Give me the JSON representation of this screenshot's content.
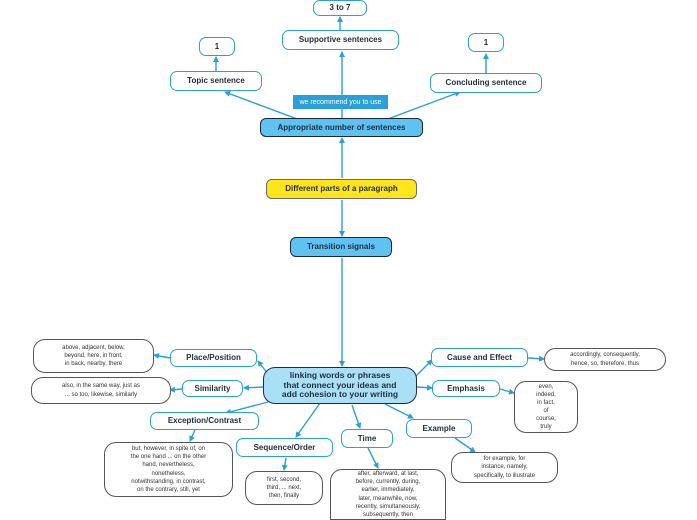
{
  "colors": {
    "connector": "#2a9fd8",
    "main_fill": "#5ec2f2",
    "title_fill": "#ffe51a",
    "center_fill": "#a9dff7"
  },
  "diagram": {
    "title": "Different parts of a paragraph",
    "sentences": {
      "label": "Appropriate number of sentences",
      "callout": "we recommend you to use",
      "topic": {
        "label": "Topic sentence",
        "count": "1"
      },
      "supportive": {
        "label": "Supportive sentences",
        "count": "3 to 7"
      },
      "concluding": {
        "label": "Concluding sentence",
        "count": "1"
      }
    },
    "transitions": {
      "label": "Transition signals",
      "definition": "linking words or phrases\nthat connect your ideas and\nadd cohesion to your writing",
      "categories": {
        "place": {
          "label": "Place/Position",
          "examples": "above, adjacent, below,\nbeyond, here, in front,\nin back, nearby, there"
        },
        "similarity": {
          "label": "Similarity",
          "examples": "also, in the same way, just as\n... so too, likewise, similarly"
        },
        "exception": {
          "label": "Exception/Contrast",
          "examples": "but, however, in spite of, on\nthe one hand ... on the other\nhand, nevertheless,\nnonetheless,\nnotwithstanding, in contrast,\non the contrary, still, yet"
        },
        "sequence": {
          "label": "Sequence/Order",
          "examples": "first, second,\nthird, ... next,\nthen, finally"
        },
        "time": {
          "label": "Time",
          "examples": "after, afterward, at last,\nbefore, currently, during,\nearlier, immediately,\nlater, meanwhile, now,\nrecently, simultaneously,\nsubsequently, then"
        },
        "example": {
          "label": "Example",
          "examples": "for example, for\ninstance, namely,\nspecifically, to illustrate"
        },
        "cause": {
          "label": "Cause and Effect",
          "examples": "accordingly, consequently,\nhence, so, therefore, thus"
        },
        "emphasis": {
          "label": "Emphasis",
          "examples": "even,\nindeed,\nin fact,\nof\ncourse,\ntruly"
        }
      }
    }
  }
}
